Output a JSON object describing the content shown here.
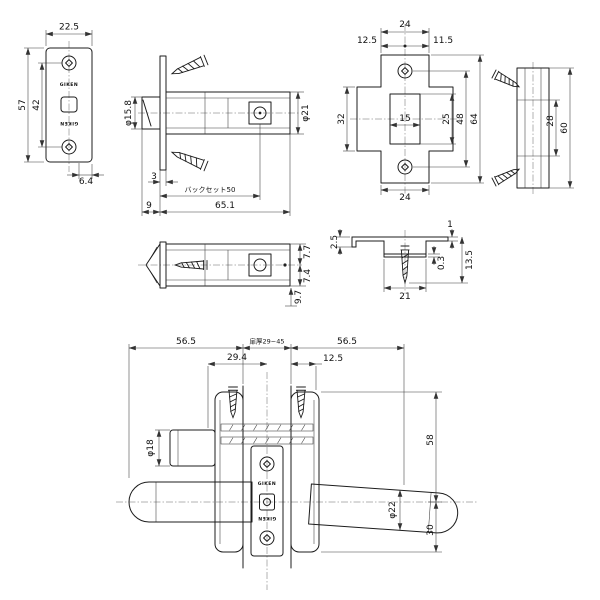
{
  "brand": "GIKEN",
  "views": {
    "faceplate_front": {
      "width": "22.5",
      "height": "57",
      "screw_span": "42",
      "edge_offset": "6.4"
    },
    "latch_side": {
      "bolt_dia": "φ15.8",
      "case_dia": "φ21",
      "plate_thickness": "3",
      "backset": "バックセット50",
      "total_length": "65.1",
      "bolt_projection": "9"
    },
    "latch_rear": {
      "top_width": "24",
      "left_offset": "12.5",
      "right_offset": "11.5",
      "wing_height": "32",
      "hole_width": "15",
      "hole_height": "25",
      "screw_span": "48",
      "total_height": "64",
      "bottom_width": "24"
    },
    "case_side": {
      "inner_height": "28",
      "total_height": "60"
    },
    "latch_top": {
      "upper": "7.7",
      "lower": "7.4",
      "depth": "9.7"
    },
    "strike": {
      "plate_thickness": "1",
      "lip_depth": "2.5",
      "bottom_thickness": "0.3",
      "box_width": "21",
      "total_depth": "13.5"
    },
    "assembly": {
      "left_projection": "56.5",
      "door_thickness": "扉厚29~45",
      "right_projection": "56.5",
      "center_to_stem": "29.4",
      "rose_thickness": "12.5",
      "stem_dia": "φ18",
      "rose_dia": "58",
      "grip_dia": "φ22",
      "grip_drop": "30"
    }
  }
}
